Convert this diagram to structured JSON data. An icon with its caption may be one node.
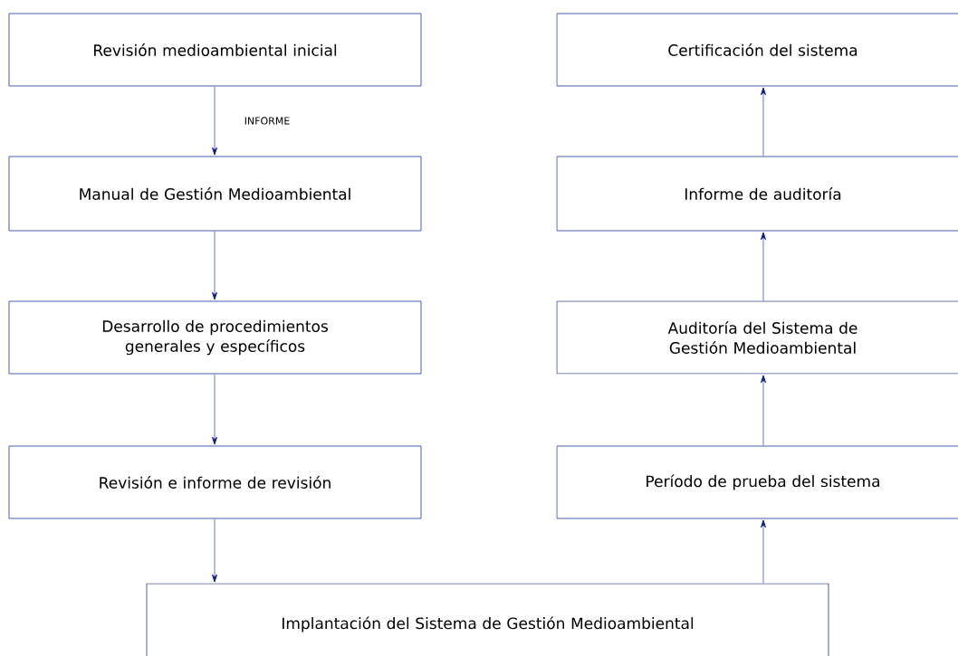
{
  "diagram": {
    "nodes": [
      {
        "text": [
          "Revisión medioambiental inicial"
        ]
      },
      {
        "text": [
          "Manual de Gestión Medioambiental"
        ]
      },
      {
        "text": [
          "Desarrollo de procedimientos generales y específicos"
        ]
      },
      {
        "text": [
          "Revisión e informe de revisión"
        ]
      },
      {
        "text": [
          "Implantación del Sistema de Gestión Medioambiental"
        ]
      },
      {
        "text": [
          "Período de prueba del sistema"
        ]
      },
      {
        "text": [
          "Auditoría del Sistema de Gestión Medioambiental"
        ]
      },
      {
        "text": [
          "Informe de auditoría"
        ]
      },
      {
        "text": [
          "Certificación del sistema"
        ]
      }
    ],
    "edges": [
      {
        "from": 0,
        "to": 1,
        "arrow": "to",
        "label": "INFORME"
      },
      {
        "from": 1,
        "to": 2,
        "arrow": "to"
      },
      {
        "from": 2,
        "to": 3,
        "arrow": "to"
      },
      {
        "from": 3,
        "to": 4,
        "arrow": "to"
      },
      {
        "from": 4,
        "to": 5,
        "arrow": "to"
      },
      {
        "from": 5,
        "to": 6,
        "arrow": "to"
      },
      {
        "from": 6,
        "to": 7,
        "arrow": "to"
      },
      {
        "from": 7,
        "to": 8,
        "arrow": "to"
      }
    ]
  }
}
